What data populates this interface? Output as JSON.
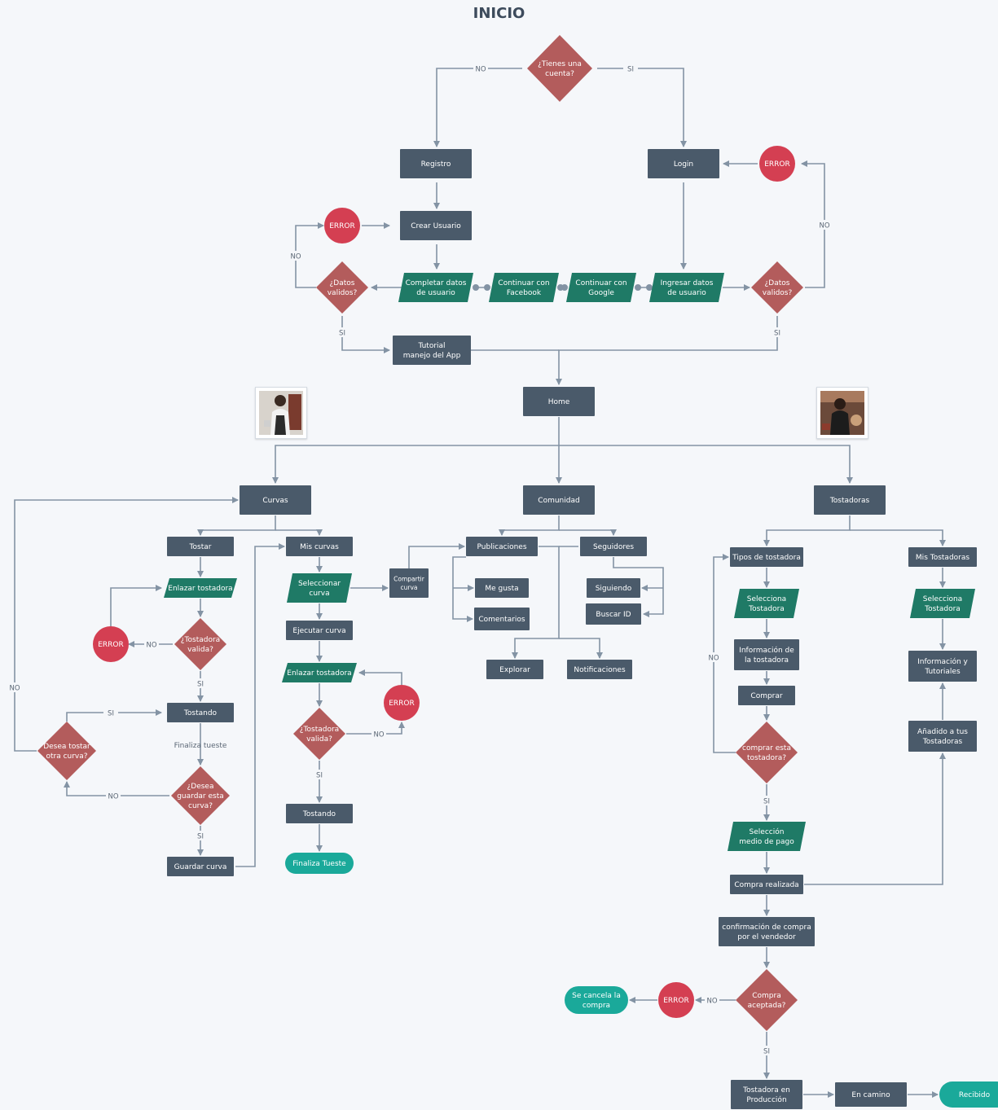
{
  "title": "INICIO",
  "colors": {
    "process": "#4a5a6a",
    "io": "#1f7a66",
    "decision": "#b35c5c",
    "error": "#d43f52",
    "terminal": "#1aa99a",
    "line": "#8393a4",
    "label": "#5b6775"
  },
  "nodes": {
    "tienes_cuenta": "¿Tienes una\ncuenta?",
    "registro": "Registro",
    "login": "Login",
    "error_login": "ERROR",
    "crear_usuario": "Crear Usuario",
    "error_registro": "ERROR",
    "datos_validos_reg": "¿Datos\nvalidos?",
    "completar_datos": "Completar datos\nde usuario",
    "continuar_facebook": "Continuar con\nFacebook",
    "continuar_google": "Continuar con\nGoogle",
    "ingresar_datos": "Ingresar datos\nde usuario",
    "datos_validos_login": "¿Datos\nvalidos?",
    "tutorial": "Tutorial\nmanejo del App",
    "home": "Home",
    "curvas": "Curvas",
    "comunidad": "Comunidad",
    "tostadoras": "Tostadoras",
    "tostar": "Tostar",
    "mis_curvas": "Mis curvas",
    "enlazar_tostadora_1": "Enlazar tostadora",
    "error_tostar": "ERROR",
    "tostadora_valida_1": "¿Tostadora\nvalida?",
    "tostando_1": "Tostando",
    "finaliza_tueste_label": "Finaliza tueste",
    "desea_otra_curva": "Desea tostar\notra curva?",
    "desea_guardar": "¿Desea\nguardar esta\ncurva?",
    "guardar_curva": "Guardar curva",
    "seleccionar_curva": "Seleccionar\ncurva",
    "compartir_curva": "Compartir\ncurva",
    "ejecutar_curva": "Ejecutar curva",
    "enlazar_tostadora_2": "Enlazar tostadora",
    "error_mis_curvas": "ERROR",
    "tostadora_valida_2": "¿Tostadora\nvalida?",
    "tostando_2": "Tostando",
    "finaliza_tueste_terminal": "Finaliza Tueste",
    "publicaciones": "Publicaciones",
    "seguidores": "Seguidores",
    "me_gusta": "Me gusta",
    "comentarios": "Comentarios",
    "siguiendo": "Siguiendo",
    "buscar_id": "Buscar ID",
    "explorar": "Explorar",
    "notificaciones": "Notificaciones",
    "tipos_tostadora": "Tipos de tostadora",
    "mis_tostadoras": "Mis Tostadoras",
    "selecciona_tostadora_1": "Selecciona\nTostadora",
    "selecciona_tostadora_2": "Selecciona\nTostadora",
    "informacion_tostadora": "Información de\nla tostadora",
    "informacion_tutoriales": "Información  y\nTutoriales",
    "comprar": "Comprar",
    "comprar_esta": "comprar esta\ntostadora?",
    "anadido": "Añadido a tus\nTostadoras",
    "seleccion_pago": "Selección\nmedio de pago",
    "compra_realizada": "Compra realizada",
    "confirmacion": "confirmación de compra\npor el vendedor",
    "compra_aceptada": "Compra\naceptada?",
    "error_compra": "ERROR",
    "se_cancela": "Se cancela la\ncompra",
    "tostadora_produccion": "Tostadora en\nProducción",
    "en_camino": "En camino",
    "recibido": "Recibido"
  },
  "edge_labels": {
    "no": "NO",
    "si": "SI"
  },
  "images": {
    "left_photo": "barista-photo",
    "right_photo": "roaster-photo"
  }
}
